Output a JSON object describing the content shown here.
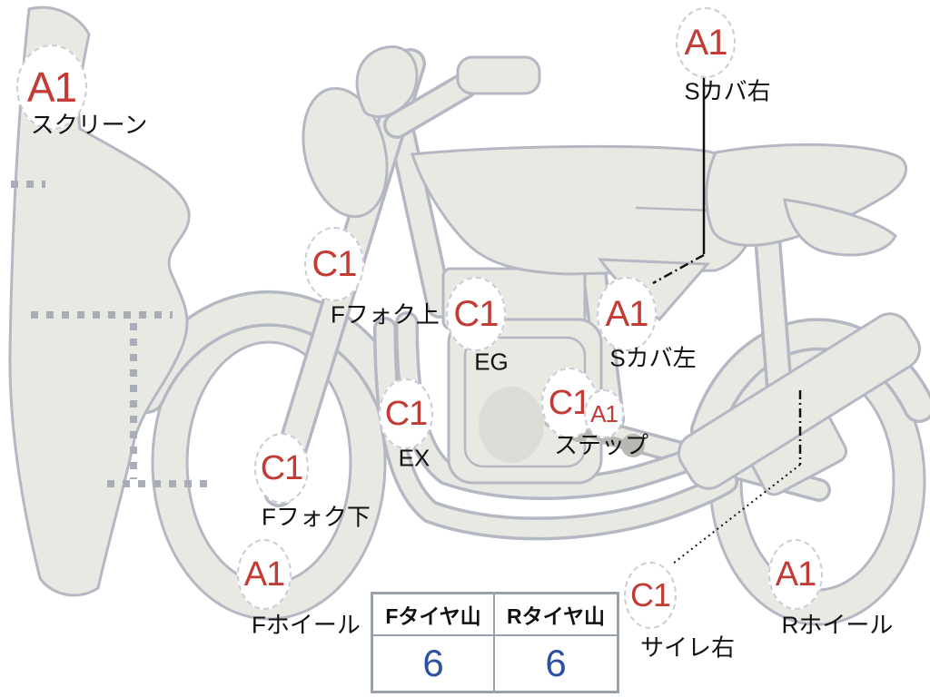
{
  "diagram": {
    "kind": "motorcycle-condition-diagram",
    "view": "left-side"
  },
  "colors": {
    "body_fill": "#e9e9e3",
    "outline": "#b4b8c3",
    "accent_red": "#c23b35",
    "value_blue": "#2d50a5",
    "seam_gray": "#a9adb8",
    "dark_part": "#b7b7b4",
    "engine_hub": "#dcdcd6",
    "badge_border": "#c9cdd6",
    "label_text": "#111111",
    "leader": "#111111",
    "table_border": "#99a1ab"
  },
  "annotations": [
    {
      "id": "screen",
      "code": "A1",
      "label": "スクリーン"
    },
    {
      "id": "scover-right",
      "code": "A1",
      "label": "Sカバ右"
    },
    {
      "id": "ffork-upper",
      "code": "C1",
      "label": "Fフォク上"
    },
    {
      "id": "engine",
      "code": "C1",
      "label": "EG"
    },
    {
      "id": "scover-left",
      "code": "A1",
      "label": "Sカバ左"
    },
    {
      "id": "exhaust",
      "code": "C1",
      "label": "EX"
    },
    {
      "id": "step",
      "code": "C1",
      "code2": "A1",
      "label": "ステップ"
    },
    {
      "id": "ffork-lower",
      "code": "C1",
      "label": "Fフォク下"
    },
    {
      "id": "fwheel",
      "code": "A1",
      "label": "Fホイール"
    },
    {
      "id": "silencer-right",
      "code": "C1",
      "label": "サイレ右"
    },
    {
      "id": "rwheel",
      "code": "A1",
      "label": "Rホイール"
    }
  ],
  "tire_table": {
    "headers": [
      "Fタイヤ山",
      "Rタイヤ山"
    ],
    "values": [
      "6",
      "6"
    ]
  }
}
